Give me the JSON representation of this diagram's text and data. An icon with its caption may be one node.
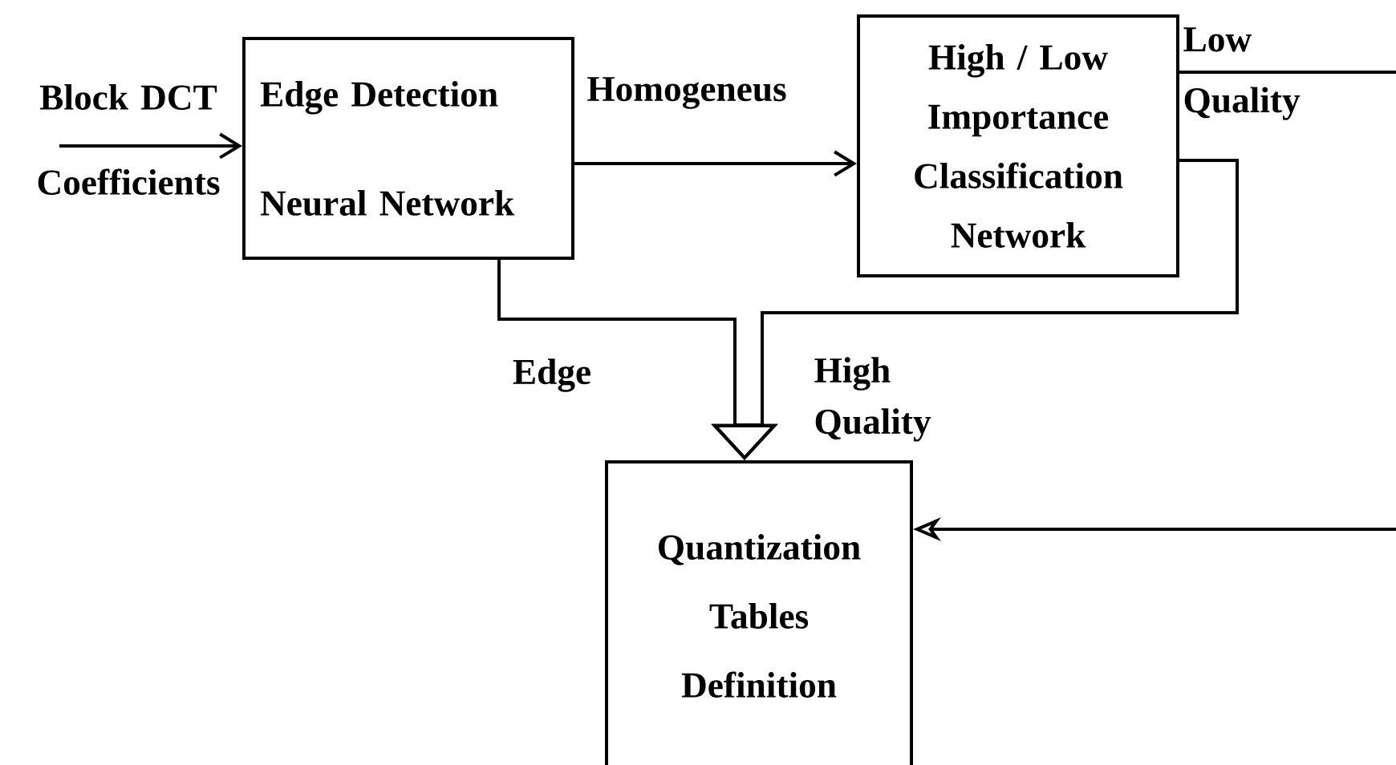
{
  "diagram": {
    "nodes": [
      {
        "text": [
          "Edge Detection Neural Network"
        ]
      },
      {
        "text": [
          "High / Low Importance Classification Network"
        ]
      },
      {
        "text": [
          "Quantization Tables Definition"
        ]
      }
    ],
    "edges": [
      {
        "from": null,
        "to": 0,
        "arrow": "to",
        "label": "Block DCT Coefficients"
      },
      {
        "from": 0,
        "to": 1,
        "arrow": "to",
        "label": "Homogeneus"
      },
      {
        "from": 1,
        "to": null,
        "arrow": "none",
        "label": "Low Quality"
      },
      {
        "from": 0,
        "to": 2,
        "arrow": "to",
        "label": "Edge"
      },
      {
        "from": 1,
        "to": 2,
        "arrow": "to",
        "label": "High Quality"
      },
      {
        "from": null,
        "to": 2,
        "arrow": "to"
      }
    ]
  }
}
